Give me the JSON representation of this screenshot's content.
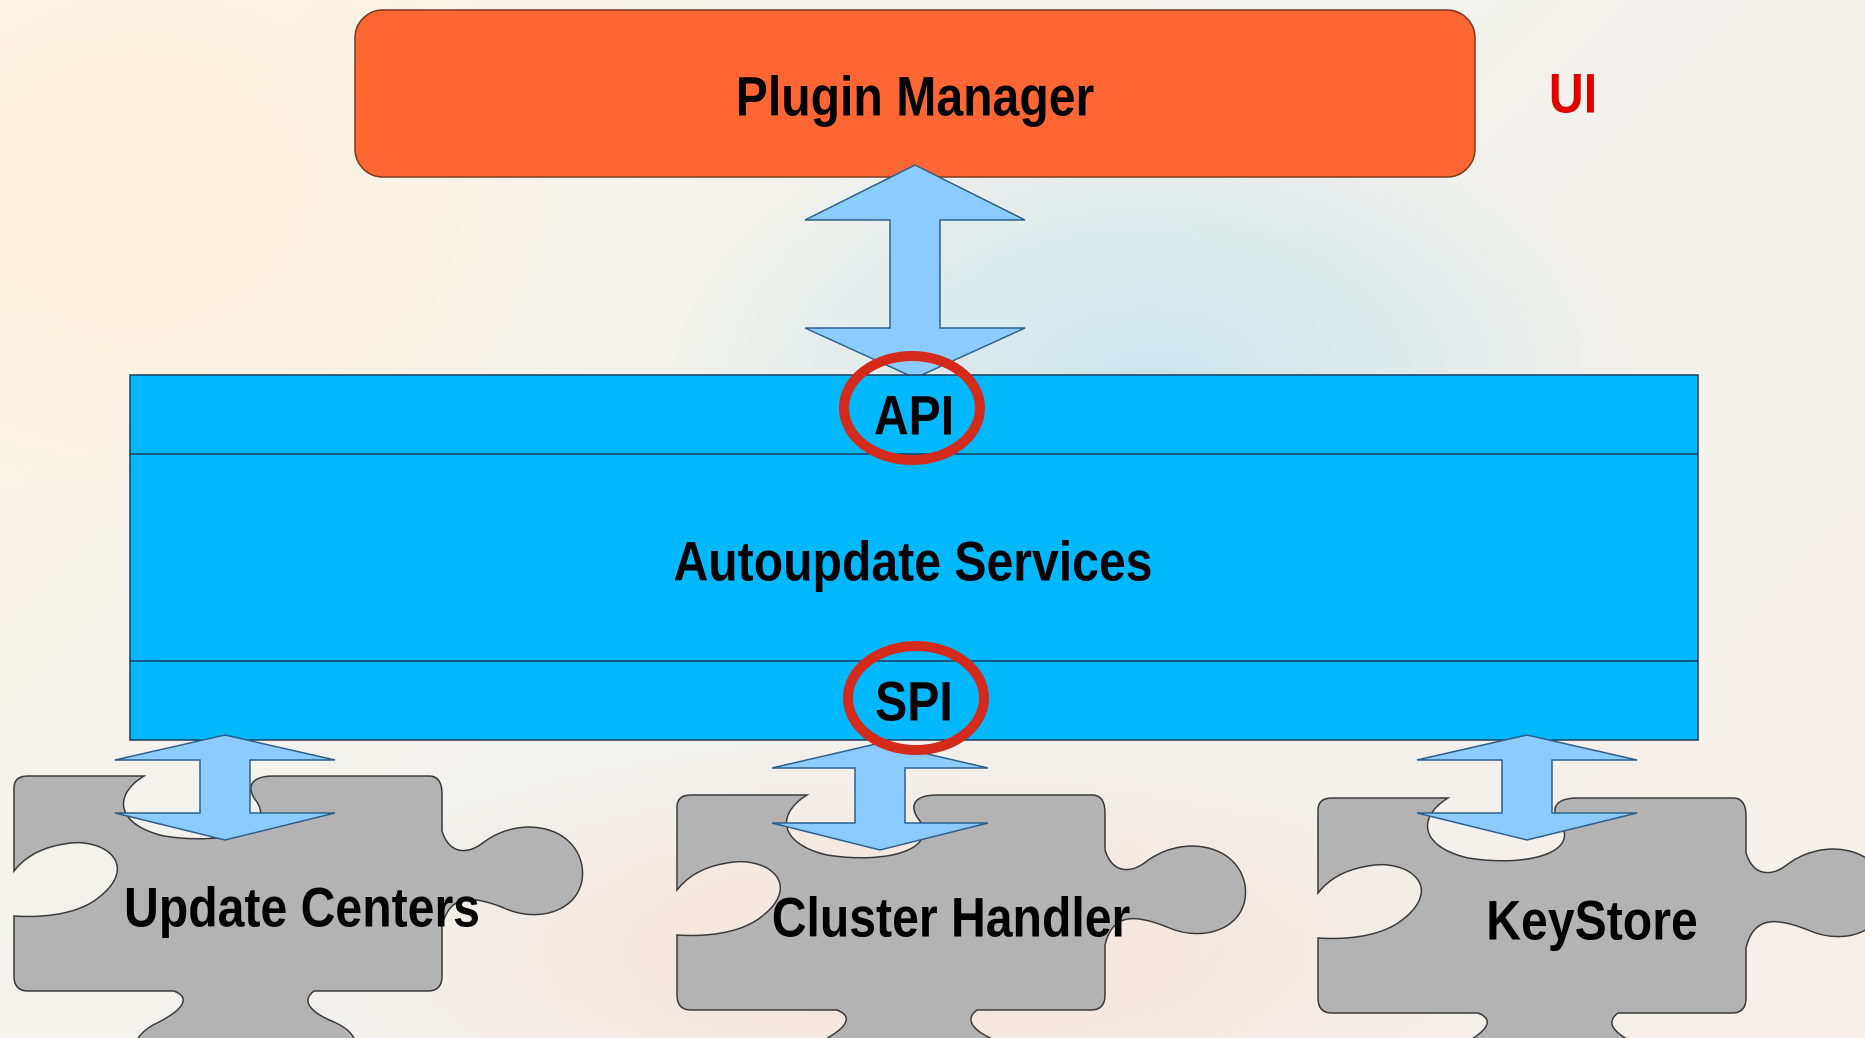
{
  "labels": {
    "plugin_manager": "Plugin Manager",
    "ui": "UI",
    "api": "API",
    "autoupdate_services": "Autoupdate Services",
    "spi": "SPI"
  },
  "components": [
    {
      "name": "Update Centers"
    },
    {
      "name": "Cluster Handler"
    },
    {
      "name": "KeyStore"
    }
  ],
  "colors": {
    "plugin_manager_fill": "#ff6633",
    "services_fill": "#00b8ff",
    "arrow_fill": "#8ccbff",
    "puzzle_fill": "#b3b3b3",
    "highlight_circle": "#d42a1a",
    "ui_text": "#e00000"
  }
}
